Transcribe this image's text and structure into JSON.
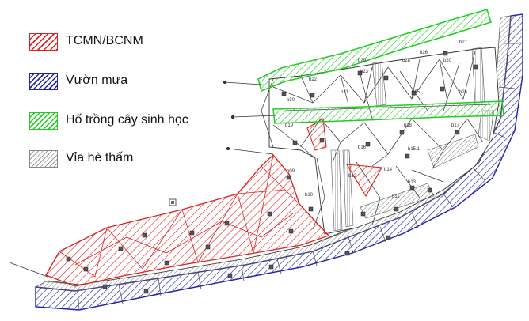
{
  "legend": {
    "items": [
      {
        "label": "TCMN/BCNM",
        "color": "#e02020"
      },
      {
        "label": "Vườn mưa",
        "color": "#2222aa"
      },
      {
        "label": "Hố trồng cây sinh học",
        "color": "#22cc22"
      },
      {
        "label": "Vỉa hè thấm",
        "color": "#888888"
      }
    ]
  },
  "plan_labels": [
    "b27",
    "b26",
    "b29",
    "b28",
    "b20",
    "b23",
    "b22",
    "b21",
    "b25",
    "b24",
    "b30",
    "b18",
    "b16",
    "b15.1",
    "b17",
    "b19",
    "b14",
    "b13",
    "b12",
    "b11",
    "b10",
    "b09"
  ]
}
